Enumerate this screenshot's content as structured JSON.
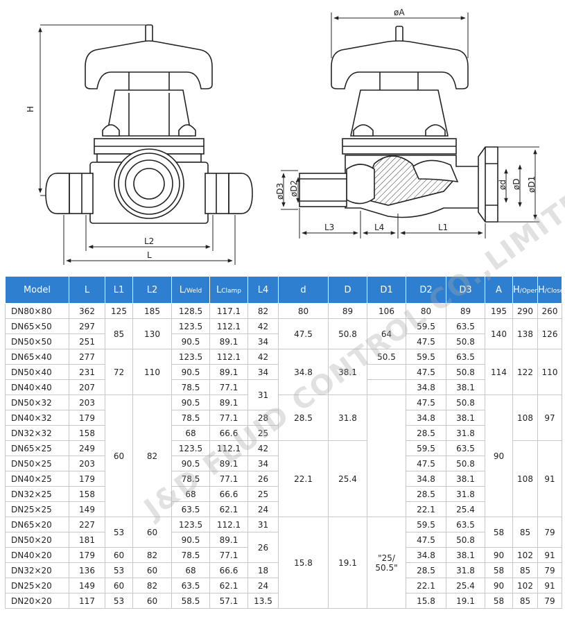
{
  "drawing_labels": {
    "H": "H",
    "L2": "L2",
    "L": "L",
    "phiA": "øA",
    "phiD3": "øD3",
    "phiD2": "øD2",
    "L3": "L3",
    "L4": "L4",
    "L1": "L1",
    "phid": "ød",
    "phiD": "øD",
    "phiD1": "øD1"
  },
  "table": {
    "headers": [
      "Model",
      "L",
      "L1",
      "L2",
      "L",
      "L",
      "L4",
      "d",
      "D",
      "D1",
      "D2",
      "D3",
      "A",
      "H",
      "H"
    ],
    "header_subs": [
      "",
      "",
      "",
      "",
      "/Weld",
      "Clamp",
      "",
      "",
      "",
      "",
      "",
      "",
      "",
      "/Open",
      "/Close"
    ],
    "rows": [
      [
        "DN80×80",
        "362",
        "125",
        "185",
        "128.5",
        "117.1",
        "82",
        "80",
        "89",
        "106",
        "80",
        "89",
        "195",
        "290",
        "260"
      ],
      [
        "DN65×50",
        "297",
        "85",
        "130",
        "123.5",
        "112.1",
        "42",
        "47.5",
        "50.8",
        "64",
        "59.5",
        "63.5",
        "140",
        "138",
        "126"
      ],
      [
        "DN50×50",
        "251",
        "",
        "",
        "90.5",
        "89.1",
        "34",
        "",
        "",
        "",
        "47.5",
        "50.8",
        "",
        "",
        ""
      ],
      [
        "DN65×40",
        "277",
        "72",
        "110",
        "123.5",
        "112.1",
        "42",
        "34.8",
        "38.1",
        "50.5",
        "59.5",
        "63.5",
        "114",
        "122",
        "110"
      ],
      [
        "DN50×40",
        "231",
        "",
        "",
        "90.5",
        "89.1",
        "34",
        "",
        "",
        "",
        "47.5",
        "50.8",
        "",
        "",
        ""
      ],
      [
        "DN40×40",
        "207",
        "",
        "",
        "78.5",
        "77.1",
        "31",
        "",
        "",
        "",
        "34.8",
        "38.1",
        "",
        "",
        ""
      ],
      [
        "DN50×32",
        "203",
        "60",
        "82",
        "90.5",
        "89.1",
        "",
        "28.5",
        "31.8",
        "",
        "47.5",
        "50.8",
        "90",
        "108",
        "97"
      ],
      [
        "DN40×32",
        "179",
        "",
        "",
        "78.5",
        "77.1",
        "28",
        "",
        "",
        "",
        "34.8",
        "38.1",
        "",
        "",
        ""
      ],
      [
        "DN32×32",
        "158",
        "",
        "",
        "68",
        "66.6",
        "25",
        "",
        "",
        "",
        "28.5",
        "31.8",
        "",
        "",
        ""
      ],
      [
        "DN65×25",
        "249",
        "",
        "",
        "123.5",
        "112.1",
        "42",
        "22.1",
        "25.4",
        "",
        "59.5",
        "63.5",
        "",
        "108",
        "91"
      ],
      [
        "DN50×25",
        "203",
        "",
        "",
        "90.5",
        "89.1",
        "34",
        "",
        "",
        "",
        "47.5",
        "50.8",
        "",
        "",
        ""
      ],
      [
        "DN40×25",
        "179",
        "",
        "",
        "78.5",
        "77.1",
        "26",
        "",
        "",
        "",
        "34.8",
        "38.1",
        "",
        "",
        ""
      ],
      [
        "DN32×25",
        "158",
        "",
        "",
        "68",
        "66.6",
        "25",
        "",
        "",
        "",
        "28.5",
        "31.8",
        "",
        "",
        ""
      ],
      [
        "DN25×25",
        "149",
        "",
        "",
        "63.5",
        "62.1",
        "24",
        "",
        "",
        "",
        "22.1",
        "25.4",
        "",
        "",
        ""
      ],
      [
        "DN65×20",
        "227",
        "53",
        "60",
        "123.5",
        "112.1",
        "31",
        "15.8",
        "19.1",
        "\"25/ 50.5\"",
        "59.5",
        "63.5",
        "58",
        "85",
        "79"
      ],
      [
        "DN50×20",
        "181",
        "",
        "",
        "90.5",
        "89.1",
        "26",
        "",
        "",
        "",
        "47.5",
        "50.8",
        "",
        "",
        ""
      ],
      [
        "DN40×20",
        "179",
        "60",
        "82",
        "78.5",
        "77.1",
        "",
        "",
        "",
        "",
        "34.8",
        "38.1",
        "90",
        "102",
        "91"
      ],
      [
        "DN32×20",
        "136",
        "53",
        "60",
        "68",
        "66.6",
        "18",
        "",
        "",
        "",
        "28.5",
        "31.8",
        "58",
        "85",
        "79"
      ],
      [
        "DN25×20",
        "149",
        "60",
        "82",
        "63.5",
        "62.1",
        "24",
        "",
        "",
        "",
        "22.1",
        "25.4",
        "90",
        "102",
        "91"
      ],
      [
        "DN20×20",
        "117",
        "53",
        "60",
        "58.5",
        "57.1",
        "13.5",
        "",
        "",
        "",
        "15.8",
        "19.1",
        "58",
        "85",
        "79"
      ]
    ]
  },
  "watermark": "J&D FLUID CONTROL CO.,LIMITED",
  "colors": {
    "header_bg": "#2f7fd0",
    "header_text": "#ffffff",
    "grid": "#c8c8c8",
    "hatch": "#333333"
  }
}
